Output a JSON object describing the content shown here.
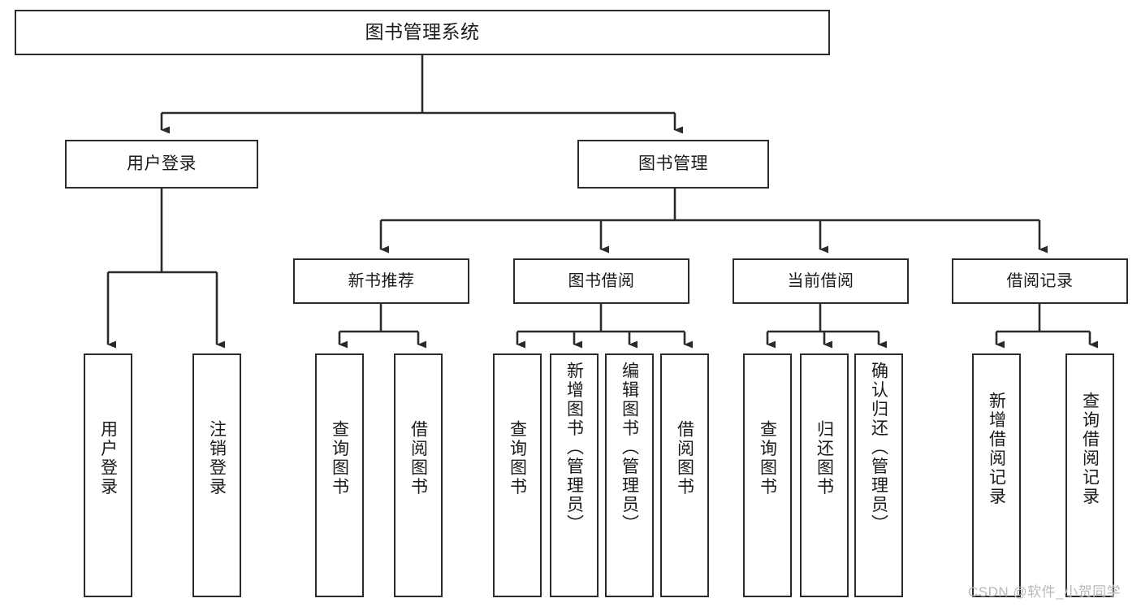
{
  "diagram": {
    "type": "tree-hierarchy",
    "title": "图书管理系统",
    "watermark": "CSDN @软件_小贺同学",
    "stroke_color": "#2b2b2b",
    "fill_color": "#ffffff",
    "text_color": "#1a1a1a",
    "watermark_color": "#b9b9b9"
  },
  "nodes": {
    "root": {
      "label": "图书管理系统"
    },
    "level2": [
      {
        "id": "user-login",
        "label": "用户登录"
      },
      {
        "id": "book-manage",
        "label": "图书管理"
      }
    ],
    "level3": [
      {
        "id": "new-book-recommend",
        "label": "新书推荐"
      },
      {
        "id": "book-borrow",
        "label": "图书借阅"
      },
      {
        "id": "current-borrow",
        "label": "当前借阅"
      },
      {
        "id": "borrow-record",
        "label": "借阅记录"
      }
    ],
    "leaves": {
      "user-login": [
        {
          "id": "leaf-user-login",
          "label": "用户登录"
        },
        {
          "id": "leaf-logout",
          "label": "注销登录"
        }
      ],
      "new-book-recommend": [
        {
          "id": "leaf-query-book-1",
          "label": "查询图书"
        },
        {
          "id": "leaf-borrow-book-1",
          "label": "借阅图书"
        }
      ],
      "book-borrow": [
        {
          "id": "leaf-query-book-2",
          "label": "查询图书"
        },
        {
          "id": "leaf-add-book",
          "label": "新增图书（管理员）"
        },
        {
          "id": "leaf-edit-book",
          "label": "编辑图书（管理员）"
        },
        {
          "id": "leaf-borrow-book-2",
          "label": "借阅图书"
        }
      ],
      "current-borrow": [
        {
          "id": "leaf-query-book-3",
          "label": "查询图书"
        },
        {
          "id": "leaf-return-book",
          "label": "归还图书"
        },
        {
          "id": "leaf-confirm-return",
          "label": "确认归还（管理员）"
        }
      ],
      "borrow-record": [
        {
          "id": "leaf-add-record",
          "label": "新增借阅记录"
        },
        {
          "id": "leaf-query-record",
          "label": "查询借阅记录"
        }
      ]
    }
  }
}
